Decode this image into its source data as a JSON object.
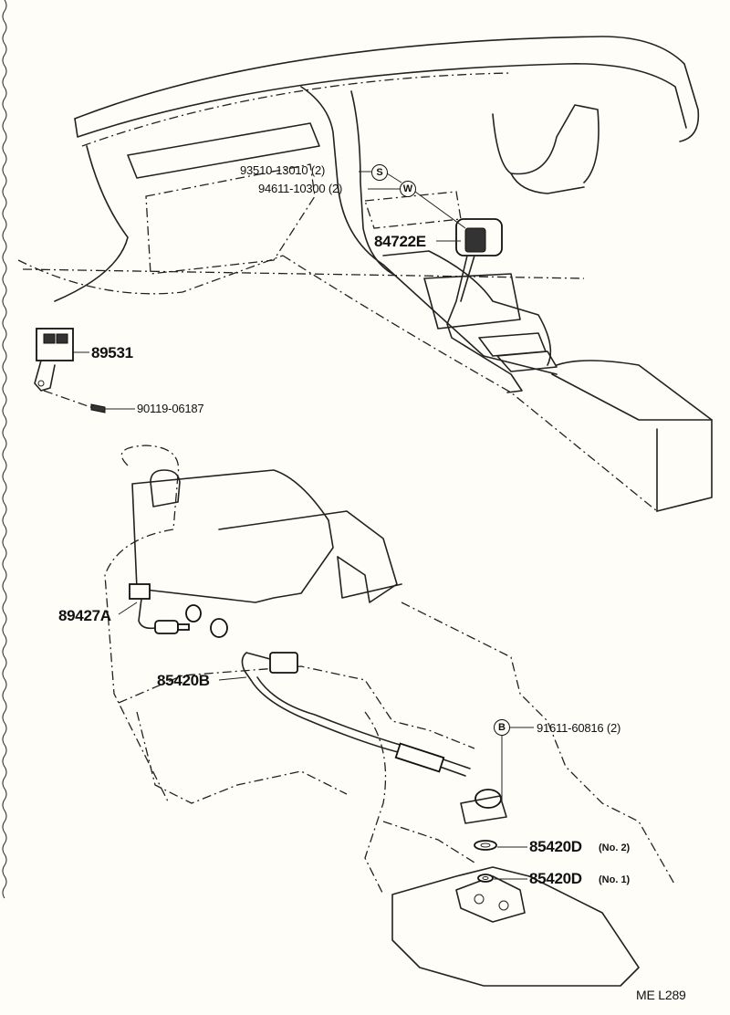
{
  "callouts": {
    "screw_93510": "93510-13010 (2)",
    "washer_94611": "94611-10300 (2)",
    "sensor_84722e": "84722E",
    "relay_89531": "89531",
    "screw_90119": "90119-06187",
    "switch_89427a": "89427A",
    "harness_85420b": "85420B",
    "bolt_91611": "91611-60816 (2)",
    "gasket_85420d_no2": "85420D",
    "gasket_85420d_no2_note": "(No. 2)",
    "gasket_85420d_no1": "85420D",
    "gasket_85420d_no1_note": "(No. 1)"
  },
  "symbols": {
    "s": "S",
    "w": "W",
    "b": "B"
  },
  "footer": {
    "ref": "ME  L289"
  }
}
